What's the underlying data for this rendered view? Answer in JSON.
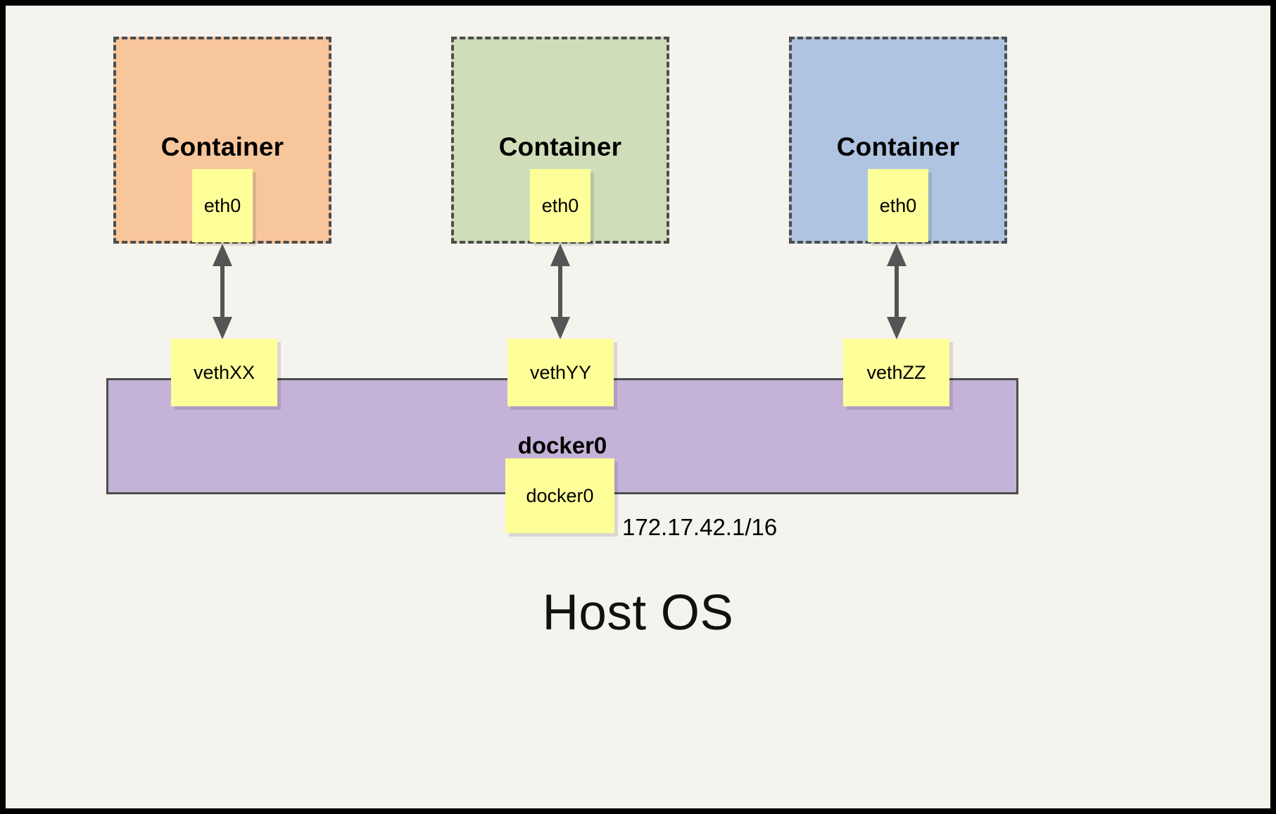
{
  "diagram": {
    "title_label": "Host OS",
    "background_color": "#f4f3ee",
    "frame_color": "#000000"
  },
  "containers": [
    {
      "id": "container-1",
      "label": "Container",
      "fill_color": "#f8c69b",
      "border_style": "dashed",
      "border_color": "#4d4d4d",
      "interface_label": "eth0"
    },
    {
      "id": "container-2",
      "label": "Container",
      "fill_color": "#cfdeb8",
      "border_style": "dashed",
      "border_color": "#4d4d4d",
      "interface_label": "eth0"
    },
    {
      "id": "container-3",
      "label": "Container",
      "fill_color": "#aec4e0",
      "border_style": "dashed",
      "border_color": "#4d4d4d",
      "interface_label": "eth0"
    }
  ],
  "veth_pairs": [
    {
      "id": "veth-1",
      "label": "vethXX",
      "fill_color": "#ffff99"
    },
    {
      "id": "veth-2",
      "label": "vethYY",
      "fill_color": "#ffff99"
    },
    {
      "id": "veth-3",
      "label": "vethZZ",
      "fill_color": "#ffff99"
    }
  ],
  "bridge": {
    "label": "docker0",
    "interface_label": "docker0",
    "ip_address": "172.17.42.1/16",
    "fill_color": "#c4b3d8",
    "border_color": "#4d4d4d"
  },
  "arrows": {
    "color": "#555555",
    "style": "double-headed",
    "count": 3
  }
}
